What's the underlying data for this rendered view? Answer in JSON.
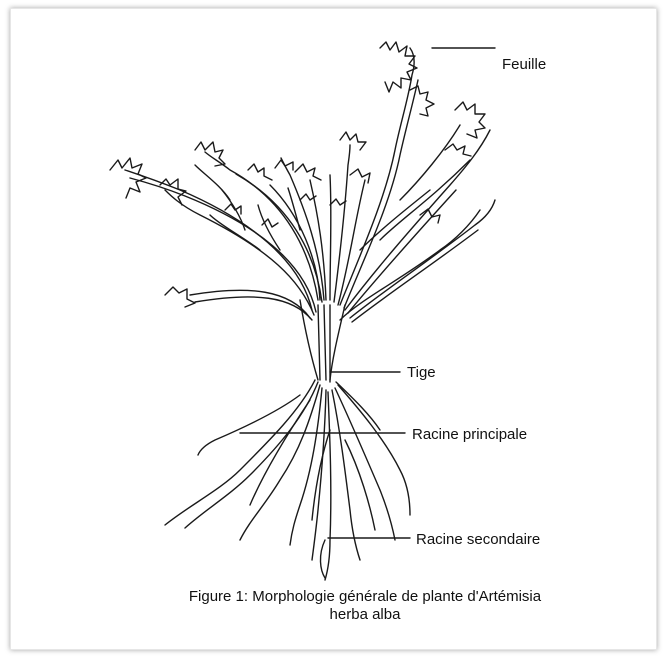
{
  "labels": {
    "leaf": "Feuille",
    "stem": "Tige",
    "main_root": "Racine principale",
    "secondary_root": "Racine secondaire"
  },
  "caption": {
    "line1": "Figure 1: Morphologie générale de plante d'Artémisia",
    "line2": "herba alba"
  }
}
